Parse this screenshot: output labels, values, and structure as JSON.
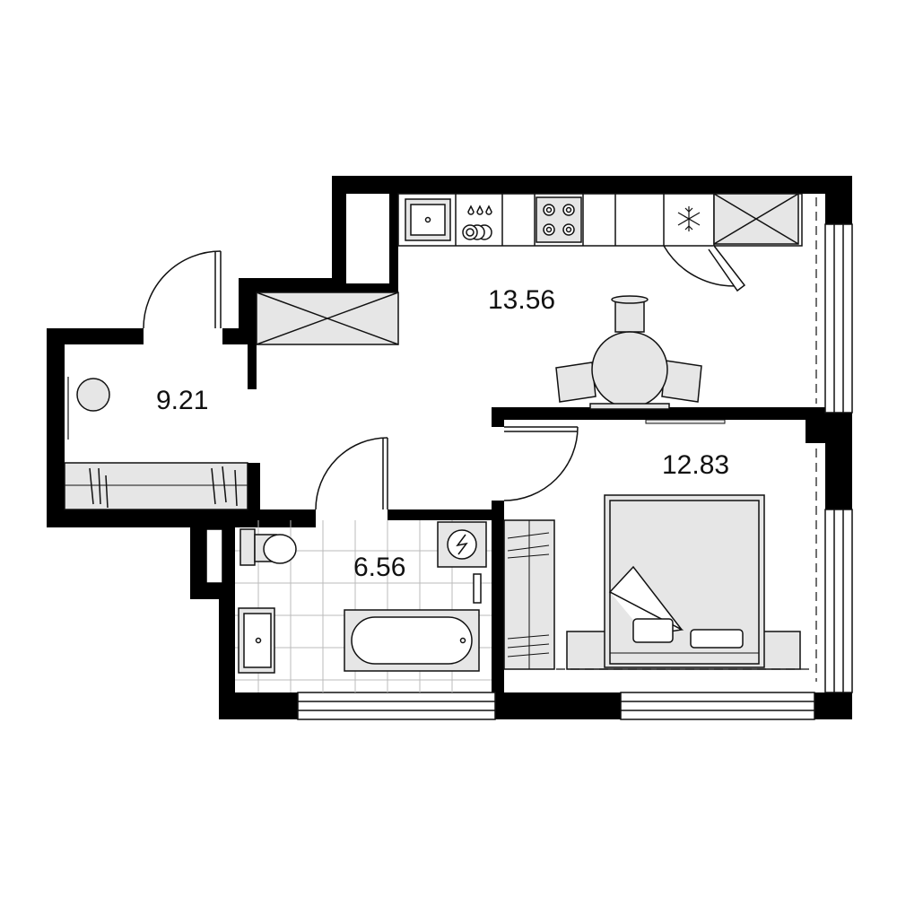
{
  "colors": {
    "wall": "#000000",
    "line": "#111111",
    "furniture_fill": "#e6e6e6",
    "background": "#ffffff"
  },
  "rooms": [
    {
      "id": "hallway",
      "area": "9.21"
    },
    {
      "id": "kitchen-living",
      "area": "13.56"
    },
    {
      "id": "bedroom",
      "area": "12.83"
    },
    {
      "id": "bathroom",
      "area": "6.56"
    }
  ],
  "fixtures": {
    "kitchen": [
      "sink",
      "dishwasher",
      "cooktop",
      "fridge",
      "cabinet"
    ],
    "hallway": [
      "wardrobe",
      "round-table",
      "built-in-closet"
    ],
    "bathroom": [
      "toilet",
      "washbasin",
      "bathtub",
      "water-heater"
    ],
    "bedroom": [
      "double-bed",
      "wardrobe"
    ],
    "dining": [
      "round-table",
      "chairs"
    ]
  }
}
